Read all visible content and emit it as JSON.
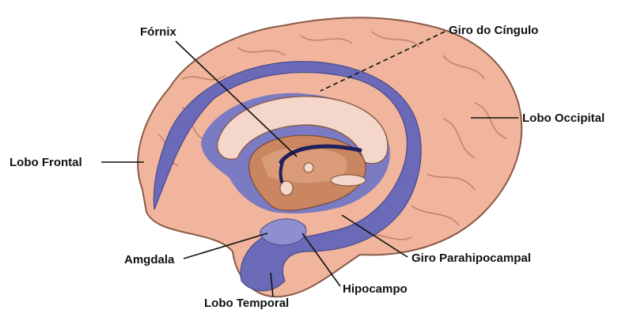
{
  "labels": {
    "fornix": "Fórnix",
    "giro_cingulo": "Giro do Cíngulo",
    "lobo_occipital": "Lobo Occipital",
    "lobo_frontal": "Lobo Frontal",
    "amgdala": "Amgdala",
    "giro_parahipocampal": "Giro Parahipocampal",
    "hipocampo": "Hipocampo",
    "lobo_temporal": "Lobo Temporal"
  },
  "colors": {
    "cortex": "#f0b59c",
    "cortex_outline": "#8a5a48",
    "limbic": "#6a6ab8",
    "limbic_light": "#8f8fd0",
    "corpus_callosum": "#f4d6ca",
    "thalamus": "#c98660",
    "fornix_band": "#20205a",
    "leader_line": "#111111"
  }
}
